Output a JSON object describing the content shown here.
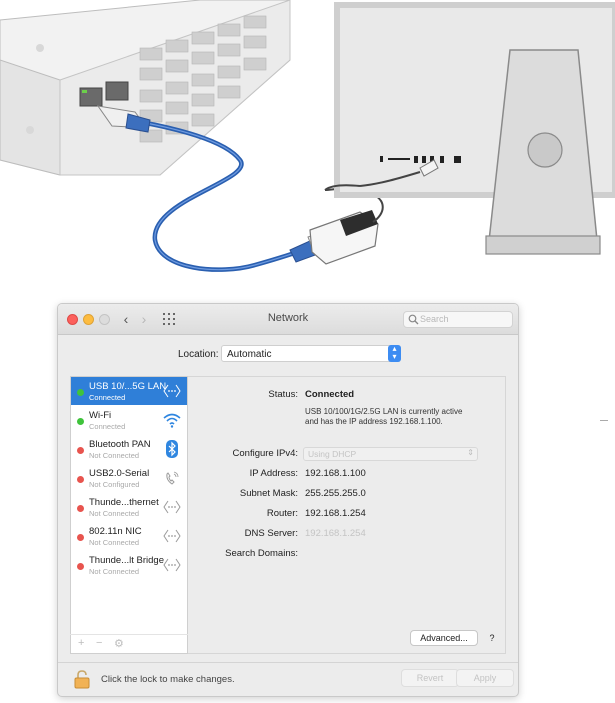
{
  "window": {
    "title": "Network",
    "search_placeholder": "Search"
  },
  "location": {
    "label": "Location:",
    "value": "Automatic"
  },
  "services": [
    {
      "name": "USB 10/...5G LAN",
      "status": "Connected",
      "dot": "#3fc33b",
      "icon": "ethernet-icon",
      "selected": true
    },
    {
      "name": "Wi-Fi",
      "status": "Connected",
      "dot": "#3fc33b",
      "icon": "wifi-icon",
      "selected": false
    },
    {
      "name": "Bluetooth PAN",
      "status": "Not Connected",
      "dot": "#e8544e",
      "icon": "bluetooth-icon",
      "selected": false
    },
    {
      "name": "USB2.0-Serial",
      "status": "Not Configured",
      "dot": "#e8544e",
      "icon": "phone-icon",
      "selected": false
    },
    {
      "name": "Thunde...thernet",
      "status": "Not Connected",
      "dot": "#e8544e",
      "icon": "ethernet-icon",
      "selected": false
    },
    {
      "name": "802.11n NIC",
      "status": "Not Connected",
      "dot": "#e8544e",
      "icon": "ethernet-icon",
      "selected": false
    },
    {
      "name": "Thunde...lt Bridge",
      "status": "Not Connected",
      "dot": "#e8544e",
      "icon": "ethernet-icon",
      "selected": false
    }
  ],
  "sidebar_tools": {
    "add": "+",
    "remove": "−",
    "gear": "⚙"
  },
  "detail": {
    "status_label": "Status:",
    "status_value": "Connected",
    "status_desc_line1": "USB 10/100/1G/2.5G LAN is currently active",
    "status_desc_line2": "and has the IP address 192.168.1.100.",
    "configure_label": "Configure IPv4:",
    "configure_value": "Using DHCP",
    "ip_label": "IP Address:",
    "ip_value": "192.168.1.100",
    "subnet_label": "Subnet Mask:",
    "subnet_value": "255.255.255.0",
    "router_label": "Router:",
    "router_value": "192.168.1.254",
    "dns_label": "DNS Server:",
    "dns_value": "192.168.1.254",
    "search_domains_label": "Search Domains:",
    "advanced_label": "Advanced...",
    "help_label": "?"
  },
  "bottom": {
    "lock_text": "Click the lock to make changes.",
    "revert_label": "Revert",
    "apply_label": "Apply"
  },
  "colors": {
    "accent": "#2f7fd8",
    "cable": "#2a5fb0",
    "connected": "#3fc33b",
    "disconnected": "#e8544e"
  }
}
